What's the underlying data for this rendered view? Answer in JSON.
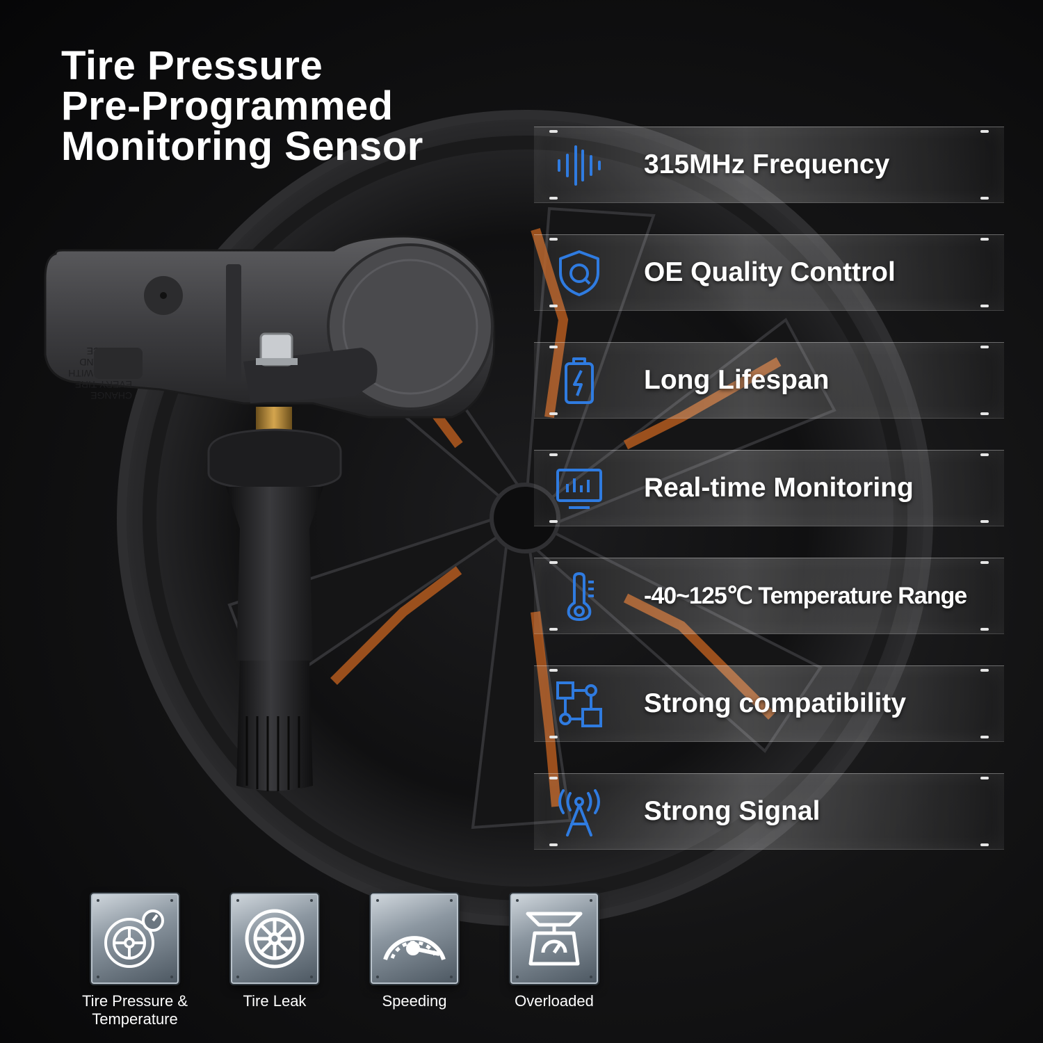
{
  "title_lines": [
    "Tire Pressure",
    "Pre-Programmed",
    "Monitoring Sensor"
  ],
  "features": [
    {
      "label": "315MHz Frequency",
      "icon": "sound-wave-icon"
    },
    {
      "label": "OE Quality Conttrol",
      "icon": "shield-q-icon"
    },
    {
      "label": "Long Lifespan",
      "icon": "battery-icon"
    },
    {
      "label": "Real-time Monitoring",
      "icon": "monitor-chart-icon"
    },
    {
      "label": "-40~125℃ Temperature Range",
      "icon": "thermometer-icon"
    },
    {
      "label": "Strong compatibility",
      "icon": "network-nodes-icon"
    },
    {
      "label": "Strong Signal",
      "icon": "antenna-tower-icon"
    }
  ],
  "badges": [
    {
      "label": "Tire Pressure & Temperature",
      "icon": "tire-gauge-icon"
    },
    {
      "label": "Tire Leak",
      "icon": "tire-wheel-icon"
    },
    {
      "label": "Speeding",
      "icon": "speedometer-icon"
    },
    {
      "label": "Overloaded",
      "icon": "scale-icon"
    }
  ],
  "colors": {
    "icon_blue": "#2f7be0",
    "text": "#ffffff",
    "background": "#0b0b0c",
    "wheel_accent": "#b35a1f"
  },
  "product_text_mirrored": [
    "REPLACE",
    "VALVE AND",
    "SCREW WITH",
    "EVERY TIRE",
    "CHANGE"
  ]
}
